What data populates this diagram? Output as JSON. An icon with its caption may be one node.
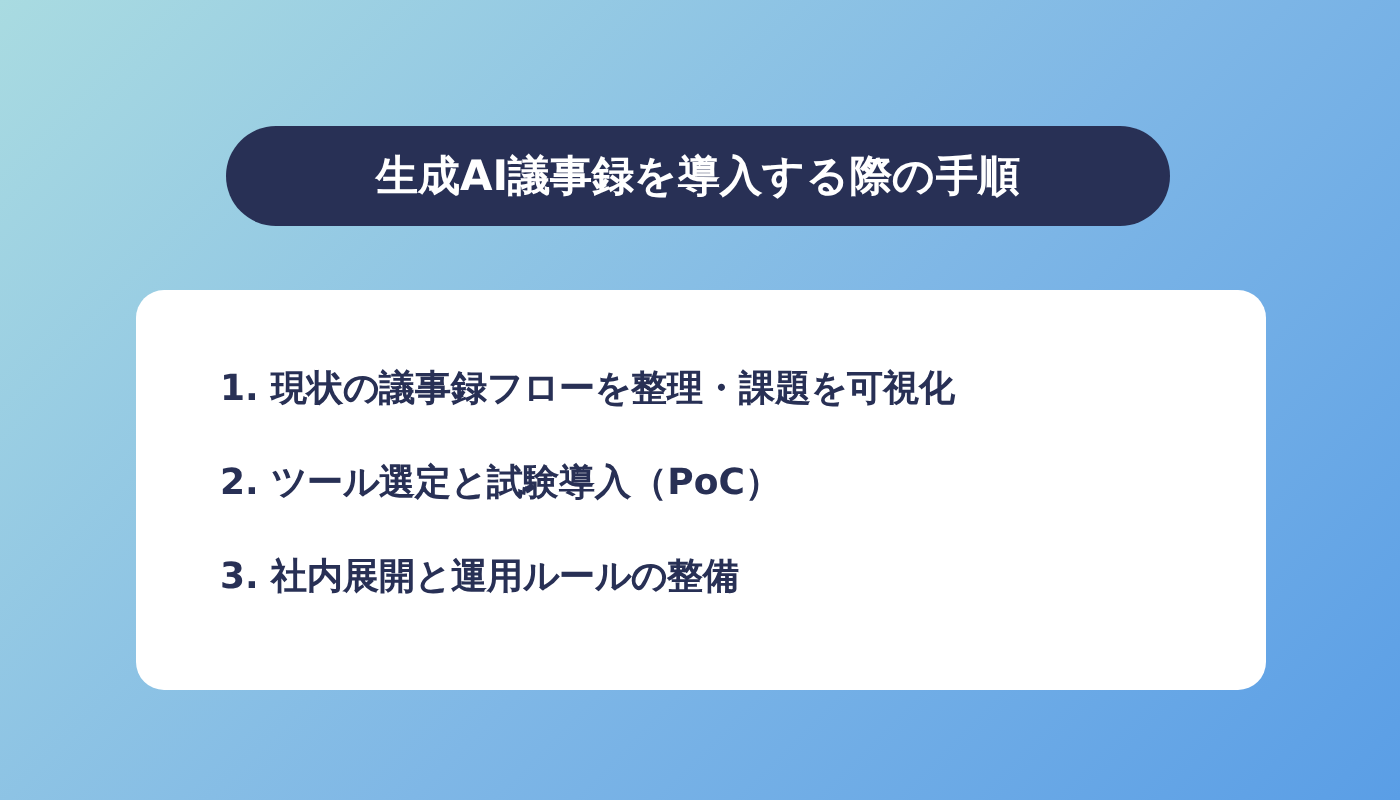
{
  "diagram": {
    "title": "生成AI議事録を導入する際の手順",
    "nodes": [
      {
        "text": [
          "1. 現状の議事録フローを整理・課題を可視化",
          "2. ツール選定と試験導入（PoC）",
          "3. 社内展開と運用ルールの整備"
        ]
      }
    ]
  }
}
